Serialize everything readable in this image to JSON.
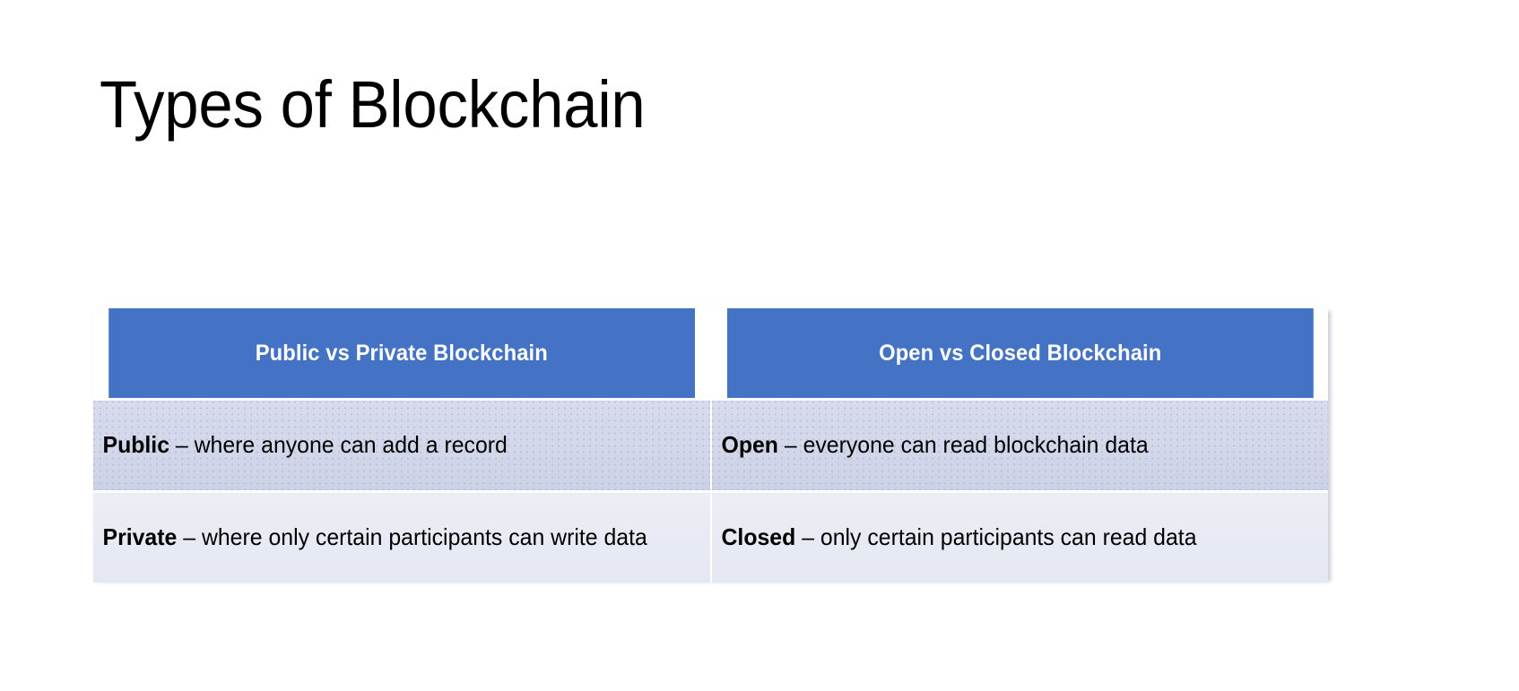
{
  "slide": {
    "title": "Types of Blockchain",
    "background_color": "#FFFFFF"
  },
  "theme": {
    "header_fill": "#4472C4",
    "header_text_color": "#FFFFFF",
    "row_band_a_fill": "#D3D8EB",
    "row_band_b_fill": "#E7EAF4",
    "body_text_color": "#000000",
    "gridline_color": "#FFFFFF"
  },
  "table": {
    "columns": 2,
    "rows": 3,
    "headers": [
      "Public vs Private Blockchain",
      "Open vs Closed Blockchain"
    ],
    "body": [
      [
        {
          "lead": "Public",
          "rest": " – where anyone can add a record"
        },
        {
          "lead": "Open",
          "rest": " – everyone can read blockchain data"
        }
      ],
      [
        {
          "lead": "Private",
          "rest": " – where only certain participants can write data"
        },
        {
          "lead": "Closed",
          "rest": " – only certain participants can read data"
        }
      ]
    ]
  }
}
